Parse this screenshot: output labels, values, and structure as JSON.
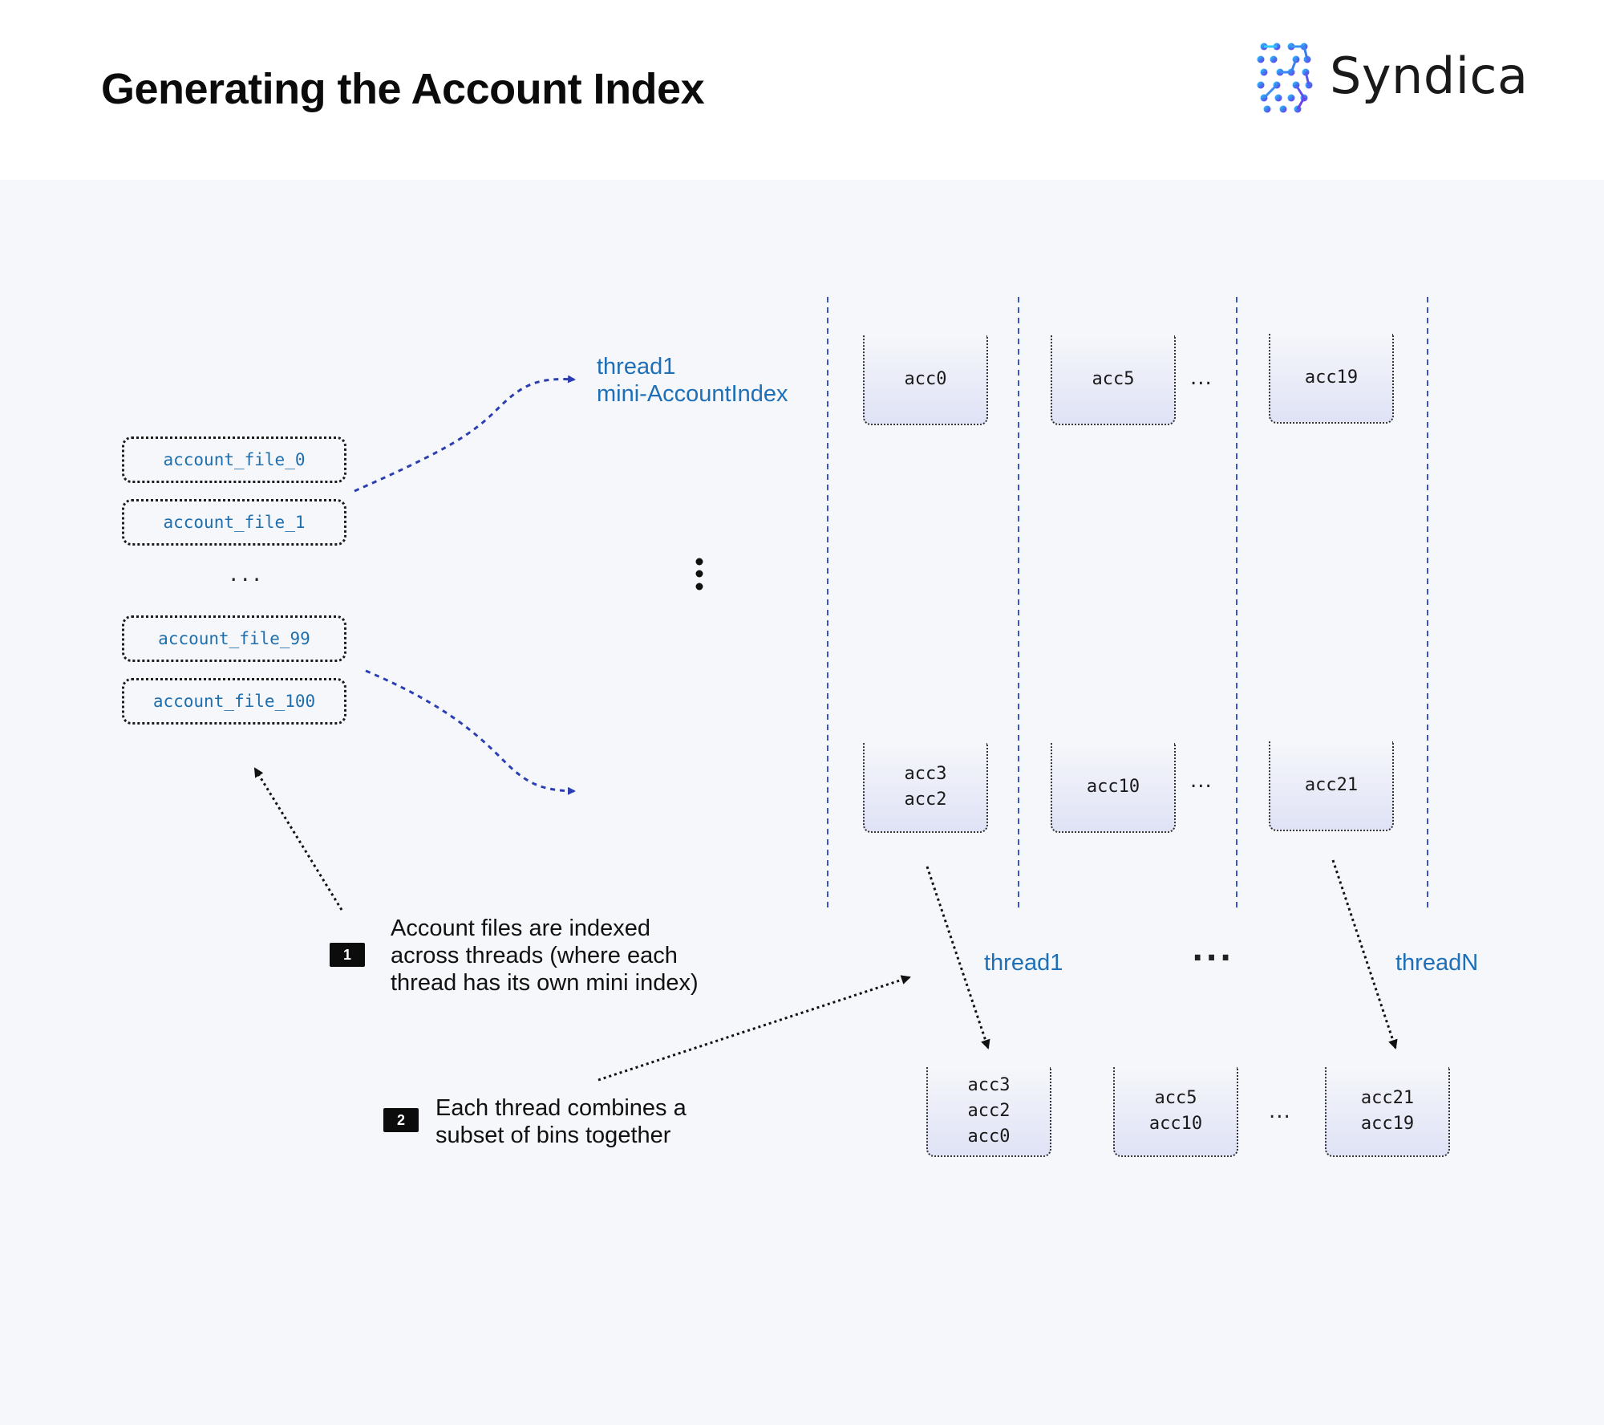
{
  "header": {
    "title": "Generating the Account Index",
    "brand": "Syndica"
  },
  "account_files": {
    "items": [
      "account_file_0",
      "account_file_1",
      "account_file_99",
      "account_file_100"
    ],
    "ellipsis": "..."
  },
  "thread_index": {
    "label_line1": "thread1",
    "label_line2": "mini-AccountIndex"
  },
  "bins_top": {
    "items": [
      [
        "acc0"
      ],
      [
        "acc5"
      ],
      [
        "acc19"
      ]
    ],
    "ellipsis": "..."
  },
  "bins_bottom": {
    "items": [
      [
        "acc3",
        "acc2"
      ],
      [
        "acc10"
      ],
      [
        "acc21"
      ]
    ],
    "ellipsis": "..."
  },
  "threads": {
    "first": "thread1",
    "last": "threadN",
    "ellipsis": "..."
  },
  "merged_bins": {
    "items": [
      [
        "acc3",
        "acc2",
        "acc0"
      ],
      [
        "acc5",
        "acc10"
      ],
      [
        "acc21",
        "acc19"
      ]
    ],
    "ellipsis": "..."
  },
  "steps": [
    {
      "number": "1",
      "text": "Account files are indexed\nacross threads (where each\nthread has its own mini index)"
    },
    {
      "number": "2",
      "text": "Each thread combines a\nsubset of bins together"
    }
  ],
  "colors": {
    "accent_blue": "#1d6fb8",
    "arrow_blue": "#2b3fb3",
    "background": "#f6f7fb"
  }
}
